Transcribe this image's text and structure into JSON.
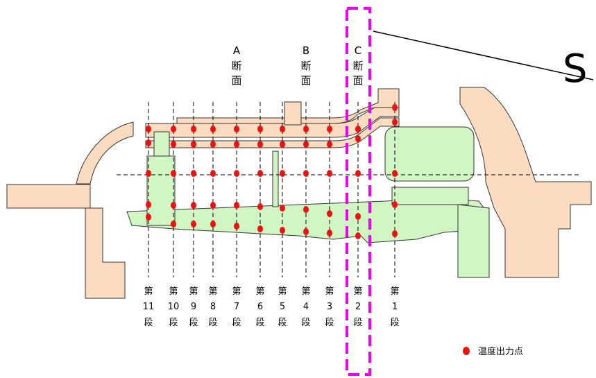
{
  "callout_letter": "S",
  "sections": [
    {
      "letter": "A",
      "c1": "断",
      "c2": "面"
    },
    {
      "letter": "B",
      "c1": "断",
      "c2": "面"
    },
    {
      "letter": "C",
      "c1": "断",
      "c2": "面"
    }
  ],
  "stages": [
    {
      "top": "第",
      "num": "11",
      "bottom": "段"
    },
    {
      "top": "第",
      "num": "10",
      "bottom": "段"
    },
    {
      "top": "第",
      "num": "9",
      "bottom": "段"
    },
    {
      "top": "第",
      "num": "8",
      "bottom": "段"
    },
    {
      "top": "第",
      "num": "7",
      "bottom": "段"
    },
    {
      "top": "第",
      "num": "6",
      "bottom": "段"
    },
    {
      "top": "第",
      "num": "5",
      "bottom": "段"
    },
    {
      "top": "第",
      "num": "4",
      "bottom": "段"
    },
    {
      "top": "第",
      "num": "3",
      "bottom": "段"
    },
    {
      "top": "第",
      "num": "2",
      "bottom": "段"
    },
    {
      "top": "第",
      "num": "1",
      "bottom": "段"
    }
  ],
  "legend": {
    "label": "温度出力点"
  },
  "colors": {
    "casing": "#fbdcc0",
    "rotor": "#d2f5c4",
    "point": "#ee1111",
    "highlight": "#ee00ee"
  }
}
